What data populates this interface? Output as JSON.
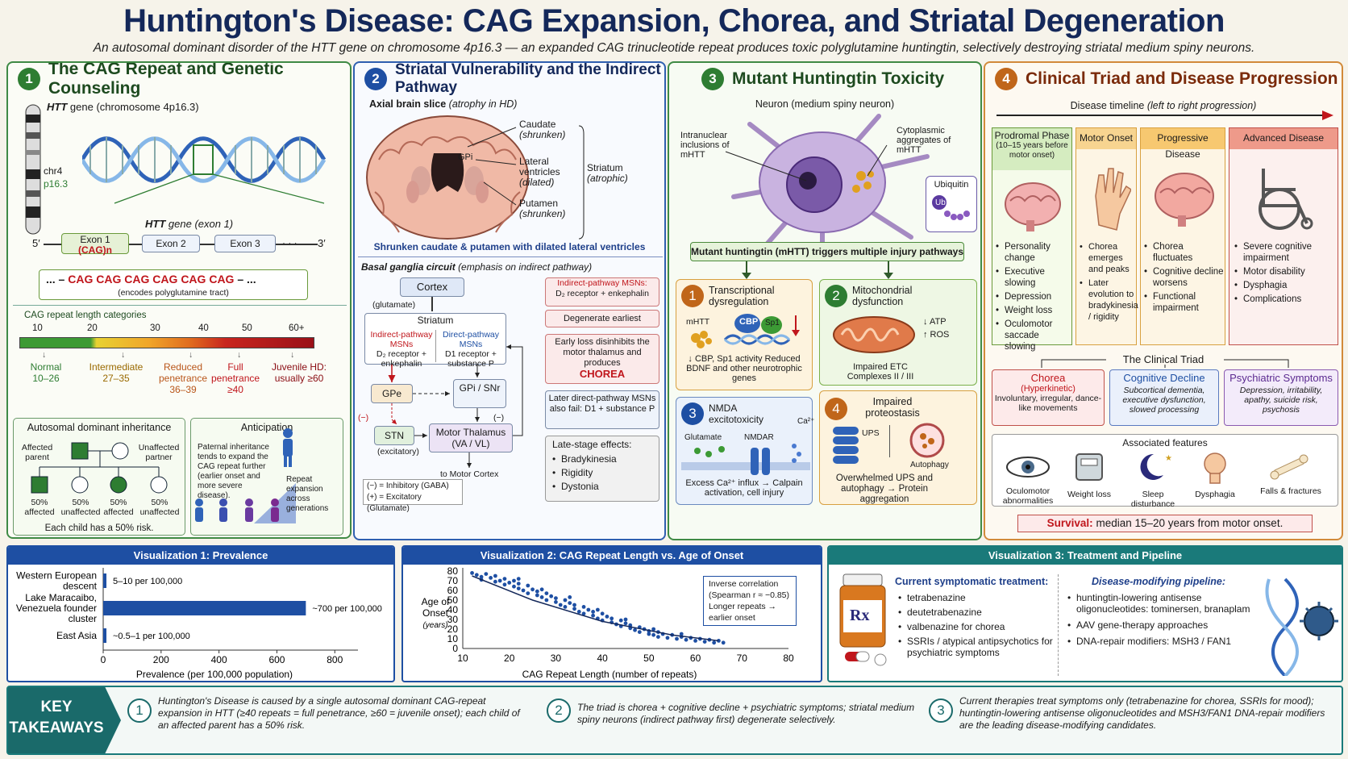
{
  "title": "Huntington's Disease: CAG Expansion, Chorea, and Striatal Degeneration",
  "subtitle": "An autosomal dominant disorder of the HTT gene on chromosome 4p16.3 — an expanded CAG trinucleotide repeat produces toxic polyglutamine huntingtin, selectively destroying striatal medium spiny neurons.",
  "colors": {
    "p1": "#2e7d32",
    "p2": "#1e4fa3",
    "p3": "#2e7d32",
    "p4": "#c0661a",
    "navy": "#14285a",
    "red": "#c0161c"
  },
  "p1": {
    "num": "1",
    "title": "The CAG Repeat and Genetic Counseling",
    "gene_italic": "HTT",
    "gene_rest": "gene (chromosome 4p16.3)",
    "chr": "chr4",
    "band": "p16.3",
    "exon_title_italic": "HTT",
    "exon_title_rest": "gene (exon 1)",
    "five": "5′",
    "three": "3′",
    "exon1": "Exon 1",
    "cagn": "(CAG)n",
    "exon2": "Exon 2",
    "exon3": "Exon 3",
    "dots": "· · ·",
    "seq_start": "... –",
    "seq": [
      "CAG",
      "CAG",
      "CAG",
      "CAG",
      "CAG",
      "CAG"
    ],
    "seq_end": "– ...",
    "seq_note": "(encodes polyglutamine tract)",
    "cat_title": "CAG repeat length categories",
    "ticks": [
      "10",
      "20",
      "30",
      "40",
      "50",
      "60+"
    ],
    "cats": [
      {
        "name": "Normal",
        "range": "10–26"
      },
      {
        "name": "Intermediate",
        "range": "27–35"
      },
      {
        "name": "Reduced penetrance",
        "range": "36–39"
      },
      {
        "name": "Full penetrance",
        "range": "≥40"
      },
      {
        "name": "Juvenile HD:",
        "range": "usually ≥60"
      }
    ],
    "inh_title": "Autosomal dominant inheritance",
    "affected_parent": "Affected parent",
    "unaffected_partner": "Unaffected partner",
    "children": [
      {
        "pct": "50%",
        "status": "affected"
      },
      {
        "pct": "50%",
        "status": "unaffected"
      },
      {
        "pct": "50%",
        "status": "affected"
      },
      {
        "pct": "50%",
        "status": "unaffected"
      }
    ],
    "risk": "Each child has a 50% risk.",
    "ant_title": "Anticipation",
    "ant_text": "Paternal inheritance tends to expand the CAG repeat further (earlier onset and more severe disease).",
    "ant_label": "Repeat expansion across generations"
  },
  "p2": {
    "num": "2",
    "title": "Striatal Vulnerability and the Indirect Pathway",
    "slice_title": "Axial brain slice",
    "slice_note": "(atrophy in HD)",
    "labels": [
      {
        "name": "Caudate",
        "note": "(shrunken)"
      },
      {
        "name": "Lateral ventricles",
        "note": "(dilated)"
      },
      {
        "name": "Putamen",
        "note": "(shrunken)"
      }
    ],
    "striatum": "Striatum",
    "striatum_note": "(atrophic)",
    "gpi": "GPi",
    "caption": "Shrunken caudate & putamen with dilated lateral ventricles",
    "circuit_title": "Basal ganglia circuit",
    "circuit_note": "(emphasis on indirect pathway)",
    "cortex": "Cortex",
    "glutamate": "(glutamate)",
    "striatum_box": "Striatum",
    "indirect_h": "Indirect-pathway MSNs",
    "indirect_t": "D₂ receptor + enkephalin",
    "direct_h": "Direct-pathway MSNs",
    "direct_t": "D1 receptor + substance P",
    "gpe": "GPe",
    "gpi_snr": "GPi / SNr",
    "stn": "STN",
    "stn_note": "(excitatory)",
    "thal": "Motor Thalamus (VA / VL)",
    "to_cortex": "to Motor Cortex",
    "minus": "(−)",
    "plus": "(+)",
    "legend1": "(−) = Inhibitory (GABA)",
    "legend2": "(+) = Excitatory (Glutamate)",
    "side1_h": "Indirect-pathway MSNs:",
    "side1_t": "D₂ receptor + enkephalin",
    "side2": "Degenerate earliest",
    "side3": "Early loss disinhibits the motor thalamus and produces",
    "chorea": "CHOREA",
    "side4": "Later direct-pathway MSNs also fail: D1 + substance P",
    "late_title": "Late-stage effects:",
    "late": [
      "Bradykinesia",
      "Rigidity",
      "Dystonia"
    ]
  },
  "p3": {
    "num": "3",
    "title": "Mutant Huntingtin Toxicity",
    "neuron": "Neuron",
    "neuron_note": "(medium spiny neuron)",
    "intranuclear": "Intranuclear inclusions of mHTT",
    "cyto": "Cytoplasmic aggregates of mHTT",
    "ub_title": "Ubiquitin",
    "ub": "Ub",
    "trigger": "Mutant huntingtin (mHTT) triggers multiple injury pathways",
    "m1": {
      "num": "1",
      "title": "Transcriptional dysregulation",
      "mhtt": "mHTT",
      "cbp": "CBP",
      "sp1": "Sp1",
      "t": "↓ CBP, Sp1 activity Reduced BDNF and other neurotrophic genes"
    },
    "m2": {
      "num": "2",
      "title": "Mitochondrial dysfunction",
      "atp": "↓ ATP",
      "ros": "↑ ROS",
      "t": "Impaired ETC Complexes II / III"
    },
    "m3": {
      "num": "3",
      "title": "NMDA excitotoxicity",
      "glu": "Glutamate",
      "nmdar": "NMDAR",
      "ca": "Ca²⁺",
      "t": "Excess Ca²⁺ influx → Calpain activation, cell injury"
    },
    "m4": {
      "num": "4",
      "title": "Impaired proteostasis",
      "ups": "UPS",
      "auto": "Autophagy",
      "t": "Overwhelmed UPS and autophagy → Protein aggregation"
    }
  },
  "p4": {
    "num": "4",
    "title": "Clinical Triad and Disease Progression",
    "timeline": "Disease timeline",
    "timeline_note": "(left to right progression)",
    "stages": [
      {
        "name": "Prodromal Phase",
        "note": "(10–15 years before motor onset)",
        "items": [
          "Personality change",
          "Executive slowing",
          "Depression",
          "Weight loss",
          "Oculomotor saccade slowing"
        ]
      },
      {
        "name": "Motor Onset",
        "note": "",
        "items": [
          "Chorea emerges and peaks",
          "Later evolution to bradykinesia / rigidity"
        ]
      },
      {
        "name": "Progressive Disease",
        "note": "",
        "items": [
          "Chorea fluctuates",
          "Cognitive decline worsens",
          "Functional impairment"
        ]
      },
      {
        "name": "Advanced Disease",
        "note": "",
        "items": [
          "Severe cognitive impairment",
          "Motor disability",
          "Dysphagia",
          "Complications"
        ]
      }
    ],
    "triad_title": "The Clinical Triad",
    "triad": [
      {
        "name": "Chorea",
        "sub": "(Hyperkinetic)",
        "t": "Involuntary, irregular, dance-like movements"
      },
      {
        "name": "Cognitive Decline",
        "sub": "",
        "t": "Subcortical dementia, executive dysfunction, slowed processing"
      },
      {
        "name": "Psychiatric Symptoms",
        "sub": "",
        "t": "Depression, irritability, apathy, suicide risk, psychosis"
      }
    ],
    "assoc_title": "Associated features",
    "assoc": [
      "Oculomotor abnormalities",
      "Weight loss",
      "Sleep disturbance",
      "Dysphagia",
      "Falls & fractures"
    ],
    "survival_label": "Survival:",
    "survival": "median 15–20 years from motor onset."
  },
  "v1": {
    "title": "Visualization 1:  Prevalence",
    "xlabel": "Prevalence (per 100,000 population)"
  },
  "v2": {
    "title": "Visualization 2: CAG Repeat Length vs. Age of Onset",
    "ylabel": "Age of Onset",
    "yunit": "(years)",
    "xlabel": "CAG Repeat Length (number of repeats)",
    "note": "Inverse correlation (Spearman r ≈ −0.85) Longer repeats → earlier onset"
  },
  "v3": {
    "title": "Visualization 3: Treatment and Pipeline",
    "rx": "Rx",
    "cur_title": "Current symptomatic treatment:",
    "cur": [
      "tetrabenazine",
      "deutetrabenazine",
      "valbenazine for chorea",
      "SSRIs / atypical antipsychotics for psychiatric symptoms"
    ],
    "pipe_title": "Disease-modifying pipeline:",
    "pipe": [
      "huntingtin-lowering antisense oligonucleotides: tominersen, branaplam",
      "AAV gene-therapy approaches",
      "DNA-repair modifiers: MSH3 / FAN1"
    ]
  },
  "key": {
    "label1": "KEY",
    "label2": "TAKEAWAYS",
    "items": [
      {
        "num": "1",
        "t": "Huntington's Disease is caused by a single autosomal dominant CAG-repeat expansion in HTT (≥40 repeats = full penetrance, ≥60 = juvenile onset); each child of an affected parent has a 50% risk."
      },
      {
        "num": "2",
        "t": "The triad is chorea + cognitive decline + psychiatric symptoms; striatal medium spiny neurons (indirect pathway first) degenerate selectively."
      },
      {
        "num": "3",
        "t": "Current therapies treat symptoms only (tetrabenazine for chorea, SSRIs for mood); huntingtin-lowering antisense oligonucleotides and MSH3/FAN1 DNA-repair modifiers are the leading disease-modifying candidates."
      }
    ]
  },
  "chart_data": [
    {
      "type": "bar",
      "title": "Visualization 1:  Prevalence",
      "orientation": "horizontal",
      "categories": [
        "Western European descent",
        "Lake Maracaibo, Venezuela founder cluster",
        "East Asia"
      ],
      "values": [
        7.5,
        700,
        0.75
      ],
      "value_labels": [
        "5–10 per 100,000",
        "~700 per 100,000",
        "~0.5–1 per 100,000"
      ],
      "xlabel": "Prevalence (per 100,000 population)",
      "xlim": [
        0,
        880
      ],
      "xticks": [
        "0",
        "200",
        "400",
        "600",
        "800"
      ]
    },
    {
      "type": "scatter",
      "title": "Visualization 2: CAG Repeat Length vs. Age of Onset",
      "xlabel": "CAG Repeat Length (number of repeats)",
      "ylabel": "Age of Onset (years)",
      "xlim": [
        10,
        80
      ],
      "ylim": [
        0,
        80
      ],
      "xticks": [
        "10",
        "20",
        "30",
        "40",
        "50",
        "60",
        "70",
        "80"
      ],
      "yticks": [
        "0",
        "10",
        "20",
        "30",
        "40",
        "50",
        "60",
        "70",
        "80"
      ],
      "trend": [
        [
          12,
          75
        ],
        [
          25,
          50
        ],
        [
          40,
          28
        ],
        [
          55,
          14
        ],
        [
          65,
          8
        ]
      ],
      "points": [
        [
          12,
          78
        ],
        [
          13,
          76
        ],
        [
          14,
          71
        ],
        [
          14,
          74
        ],
        [
          15,
          77
        ],
        [
          16,
          73
        ],
        [
          17,
          69
        ],
        [
          17,
          75
        ],
        [
          18,
          70
        ],
        [
          19,
          66
        ],
        [
          19,
          72
        ],
        [
          20,
          68
        ],
        [
          21,
          64
        ],
        [
          21,
          70
        ],
        [
          22,
          62
        ],
        [
          22,
          67
        ],
        [
          23,
          60
        ],
        [
          24,
          65
        ],
        [
          24,
          57
        ],
        [
          25,
          61
        ],
        [
          26,
          55
        ],
        [
          26,
          59
        ],
        [
          27,
          53
        ],
        [
          28,
          57
        ],
        [
          28,
          50
        ],
        [
          29,
          54
        ],
        [
          30,
          48
        ],
        [
          30,
          52
        ],
        [
          31,
          45
        ],
        [
          32,
          50
        ],
        [
          32,
          43
        ],
        [
          33,
          47
        ],
        [
          34,
          41
        ],
        [
          34,
          45
        ],
        [
          35,
          38
        ],
        [
          36,
          43
        ],
        [
          36,
          36
        ],
        [
          37,
          40
        ],
        [
          38,
          34
        ],
        [
          38,
          38
        ],
        [
          39,
          31
        ],
        [
          40,
          36
        ],
        [
          40,
          29
        ],
        [
          41,
          33
        ],
        [
          42,
          27
        ],
        [
          42,
          31
        ],
        [
          43,
          25
        ],
        [
          44,
          29
        ],
        [
          44,
          23
        ],
        [
          45,
          26
        ],
        [
          46,
          21
        ],
        [
          46,
          24
        ],
        [
          47,
          19
        ],
        [
          48,
          22
        ],
        [
          48,
          17
        ],
        [
          49,
          20
        ],
        [
          50,
          15
        ],
        [
          50,
          18
        ],
        [
          51,
          14
        ],
        [
          52,
          17
        ],
        [
          52,
          12
        ],
        [
          53,
          15
        ],
        [
          54,
          11
        ],
        [
          55,
          14
        ],
        [
          56,
          10
        ],
        [
          57,
          12
        ],
        [
          58,
          9
        ],
        [
          59,
          11
        ],
        [
          60,
          8
        ],
        [
          61,
          10
        ],
        [
          62,
          7
        ],
        [
          63,
          9
        ],
        [
          64,
          6
        ],
        [
          65,
          8
        ],
        [
          66,
          6
        ],
        [
          22,
          72
        ],
        [
          27,
          61
        ],
        [
          33,
          53
        ],
        [
          39,
          40
        ],
        [
          45,
          30
        ],
        [
          51,
          20
        ],
        [
          57,
          15
        ]
      ]
    }
  ]
}
